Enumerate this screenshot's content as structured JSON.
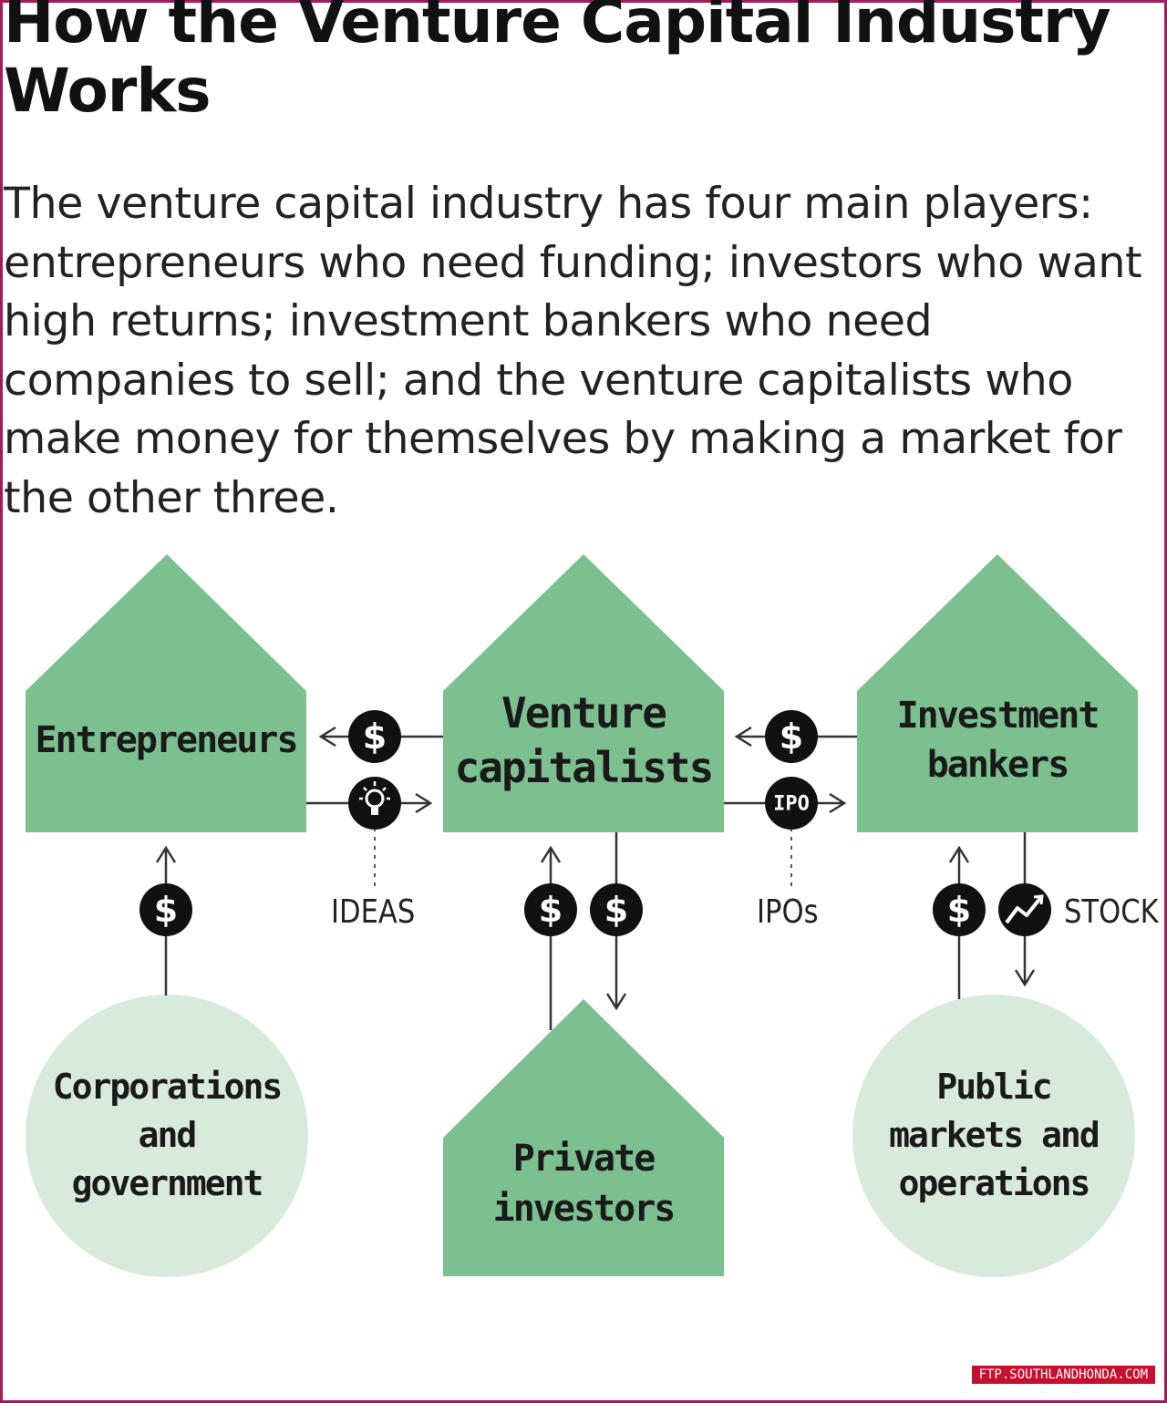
{
  "header": {
    "title": "How the Venture Capital Industry Works",
    "intro": "The venture capital industry has four main players: entrepreneurs who need funding; investors who want high returns; investment bankers who need companies to sell; and the venture capitalists who make money for themselves by making a market for the other three."
  },
  "nodes": {
    "entrepreneurs": "Entrepreneurs",
    "venture_capitalists": "Venture\ncapitalists",
    "investment_bankers": "Investment\nbankers",
    "corporations": "Corporations\nand\ngovernment",
    "private_investors": "Private\ninvestors",
    "public_markets": "Public\nmarkets and\noperations"
  },
  "flow_labels": {
    "ideas": "IDEAS",
    "ipos": "IPOs",
    "stock": "STOCK"
  },
  "icons": {
    "dollar": "$",
    "ipo": "IPO"
  },
  "colors": {
    "house_green": "#7cc08f",
    "circle_green": "#d7eadb",
    "line": "#333333",
    "frame": "#a3195b"
  },
  "watermark": "FTP.SOUTHLANDHONDA.COM"
}
